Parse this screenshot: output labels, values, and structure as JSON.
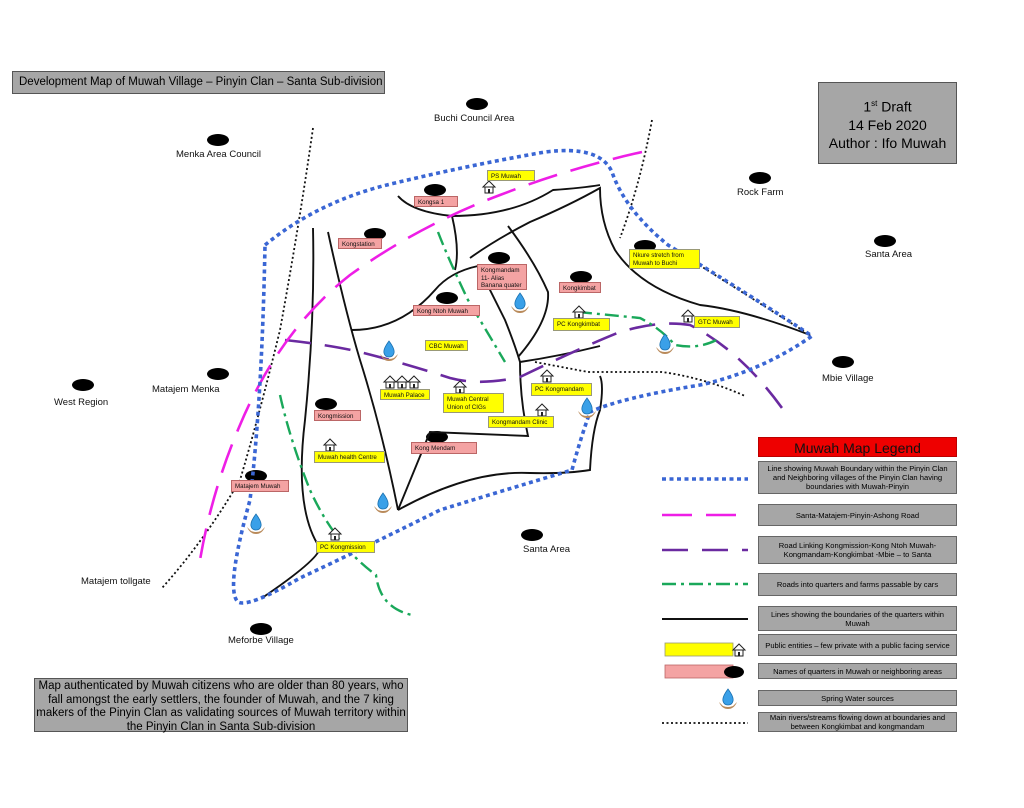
{
  "title": "Development Map of Muwah Village – Pinyin Clan – Santa Sub-division",
  "draft": {
    "line1": "1",
    "line1_sup": "st",
    "line1_rest": " Draft",
    "line2": "14 Feb 2020",
    "line3": "Author : Ifo Muwah"
  },
  "places": {
    "buchi": "Buchi Council Area",
    "menka": "Menka Area Council",
    "rock_farm": "Rock Farm",
    "santa_area_east": "Santa Area",
    "mbie": "Mbie Village",
    "matajem_menka": "Matajem Menka",
    "west_region": "West Region",
    "santa_area_south": "Santa Area",
    "matajem_tollgate": "Matajem tollgate",
    "meforbe": "Meforbe Village"
  },
  "quarters": {
    "kongsa": "Kongsa 1",
    "kongstation": "Kongstation",
    "kongmandam_alias": "Kongmandam 11- Alias Banana quater",
    "kongkimbat": "Kongkimbat",
    "kong_ntoh": "Kong Ntoh Muwah",
    "kongmission": "Kongmission",
    "kong_mendam": "Kong Mendam",
    "matajem_muwah": "Matajem Muwah"
  },
  "public": {
    "ps_muwah": "PS Muwah",
    "nkure": "Nkure stretch from Muwah to Buchi",
    "pc_kongkimbat": "PC Kongkimbat",
    "gtc_muwah": "GTC Muwah",
    "cbc_muwah": "CBC Muwah",
    "muwah_palace": "Muwah Palace",
    "muwah_central": "Muwah Central Union of CIGs",
    "pc_kongmandam": "PC Kongmandam",
    "kongmandam_clinic": "Kongmandam Clinic",
    "health_centre": "Muwah health Centre",
    "pc_kongmission": "PC Kongmission"
  },
  "legend": {
    "title": "Muwah Map Legend",
    "items": [
      "Line showing Muwah Boundary within the Pinyin Clan and Neighboring villages of the Pinyin Clan having boundaries with Muwah-Pinyin",
      "Santa-Matajem-Pinyin-Ashong Road",
      "Road Linking Kongmission-Kong Ntoh Muwah-Kongmandam-Kongkimbat -Mbie – to Santa",
      "Roads into quarters and farms passable by cars",
      "Lines showing the boundaries of the quarters within Muwah",
      "Public entities – few private with a public facing service",
      "Names of quarters in Muwah or neighboring areas",
      "Spring Water sources",
      "Main rivers/streams flowing down at boundaries and between Kongkimbat and kongmandam"
    ]
  },
  "authentication": "Map authenticated by Muwah citizens who are older than 80 years, who fall amongst the early settlers, the founder of Muwah, and the 7 king makers of the Pinyin Clan as validating sources of Muwah territory within the Pinyin Clan in Santa Sub-division",
  "colors": {
    "boundary": "#3a66d4",
    "main_road": "#ee1ee6",
    "link_road": "#6a2aa0",
    "car_road": "#1aa85a",
    "quarter_label": "#f4a3a3",
    "public_label": "#ffff00",
    "legend_title": "#ee0000"
  }
}
